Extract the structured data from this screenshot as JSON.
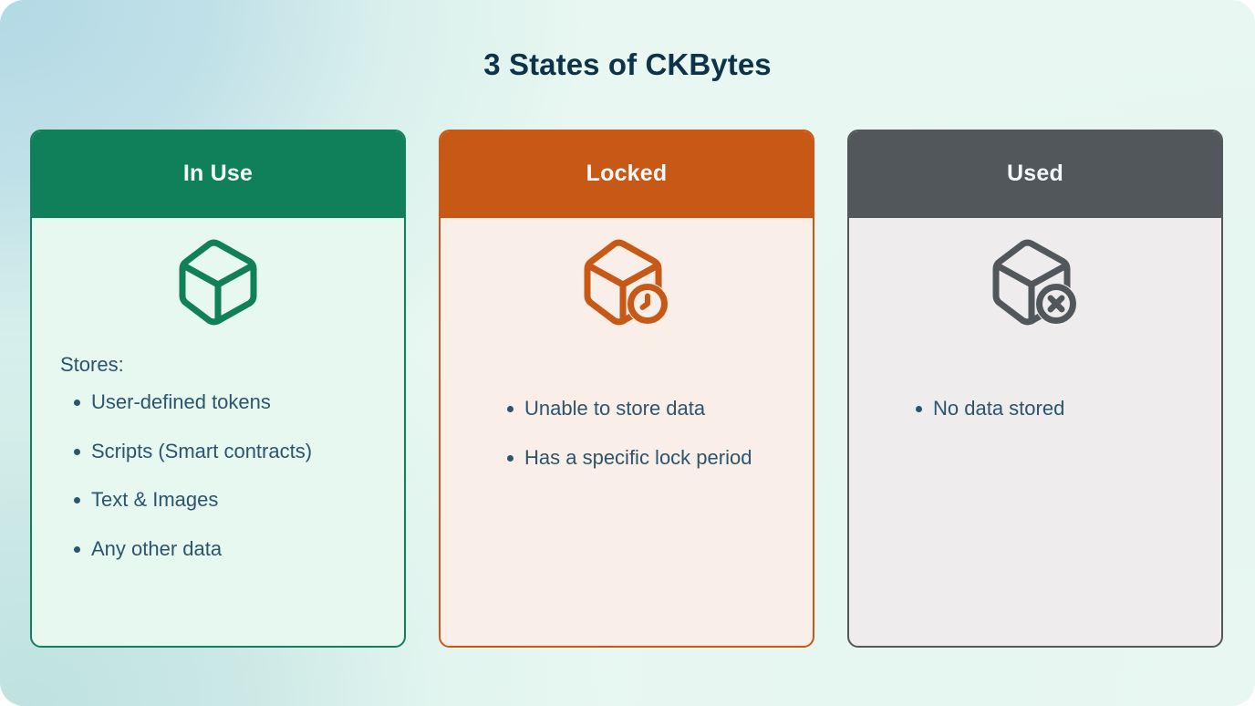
{
  "page": {
    "title": "3 States of CKBytes",
    "background_colors": {
      "top_left": "#b3d9e5",
      "bottom_left": "#bfe2e0",
      "bottom_right": "#e8f7f1"
    },
    "title_color": "#0d3348",
    "body_text_color": "#2c546b"
  },
  "cards": [
    {
      "id": "in-use",
      "header_label": "In Use",
      "header_color": "#0f8059",
      "body_color": "#e7f8f1",
      "border_color": "#0f8059",
      "icon": "box-icon",
      "icon_color": "#0f8059",
      "intro": "Stores:",
      "bullets": [
        "User-defined tokens",
        "Scripts (Smart contracts)",
        "Text & Images",
        "Any other data"
      ]
    },
    {
      "id": "locked",
      "header_label": "Locked",
      "header_color": "#c85815",
      "body_color": "#faeee8",
      "border_color": "#c85815",
      "icon": "box-clock-icon",
      "icon_color": "#c85815",
      "intro": "",
      "bullets": [
        "Unable to store data",
        "Has a specific lock period"
      ]
    },
    {
      "id": "used",
      "header_label": "Used",
      "header_color": "#51575a",
      "body_color": "#eeecec",
      "border_color": "#51575a",
      "icon": "box-x-icon",
      "icon_color": "#51575a",
      "intro": "",
      "bullets": [
        "No data stored"
      ]
    }
  ]
}
